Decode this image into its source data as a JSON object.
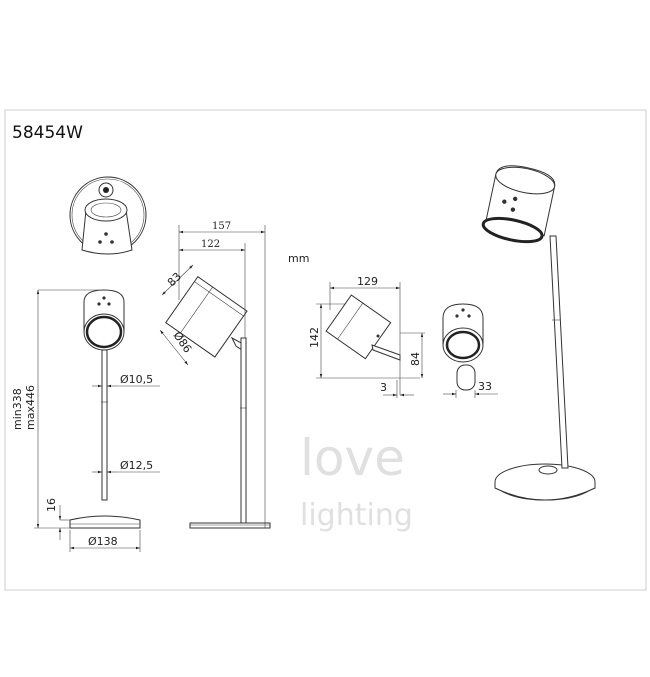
{
  "title": "58454W",
  "unit": "mm",
  "dimensions": {
    "width_total": "157",
    "width_arm": "122",
    "head_length": "83",
    "head_diameter": "Ø86",
    "tilt_width": "129",
    "tilt_height": "142",
    "arm_height": "84",
    "offset": "3",
    "side_depth": "33",
    "pole_top_diameter": "Ø10,5",
    "pole_bottom_diameter": "Ø12,5",
    "height_min": "min338",
    "height_max": "max446",
    "base_height": "16",
    "base_diameter": "Ø138"
  },
  "watermark": {
    "line1": "love",
    "line2": "lighting"
  }
}
